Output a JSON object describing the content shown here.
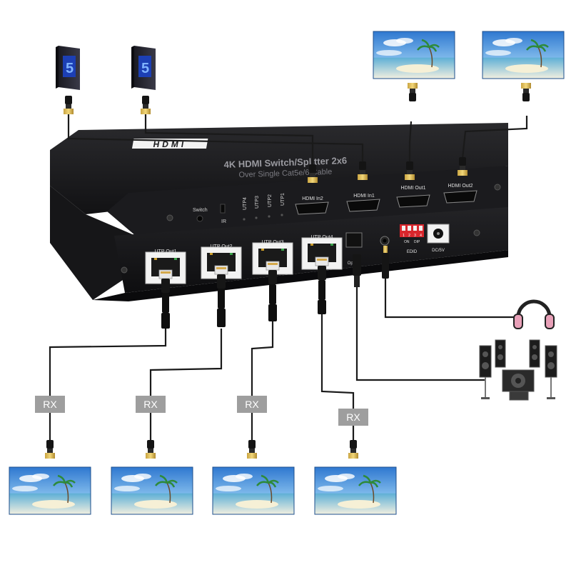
{
  "device": {
    "brand": "HDMI",
    "title": "4K HDMI Switch/Splitter 2x6",
    "subtitle": "Over Single Cat5e/6 Cable",
    "rear_ports": [
      "HDMI In2",
      "HDMI In1",
      "HDMI Out1",
      "HDMI Out2"
    ],
    "switch_label": "Switch",
    "ir_label": "IR",
    "utp_leds": [
      "UTP4",
      "UTP3",
      "UTP2",
      "UTP1"
    ],
    "front_ports": [
      "UTP Out1",
      "UTP Out2",
      "UTP Out3",
      "UTP Out4"
    ],
    "optical_label": "Optical",
    "edid_label": "EDID",
    "edid_numbers": [
      "1",
      "2",
      "3",
      "4"
    ],
    "edid_on": "ON",
    "edid_dip": "DIP",
    "dc_label": "DC/5V"
  },
  "receivers": {
    "label": "RX"
  },
  "icons": {
    "source_pc": "desktop-pc-icon",
    "display": "tv-display-icon",
    "headphones": "headphones-icon",
    "speakers": "speaker-system-icon",
    "hdmi_plug": "hdmi-plug-icon",
    "rj45_plug": "rj45-plug-icon"
  },
  "colors": {
    "device_body": "#1c1c1e",
    "cable": "#1a1a1a",
    "rx_badge": "#9e9e9e",
    "headphone_accent": "#e8a0b8",
    "sky": "#3d86d6"
  }
}
